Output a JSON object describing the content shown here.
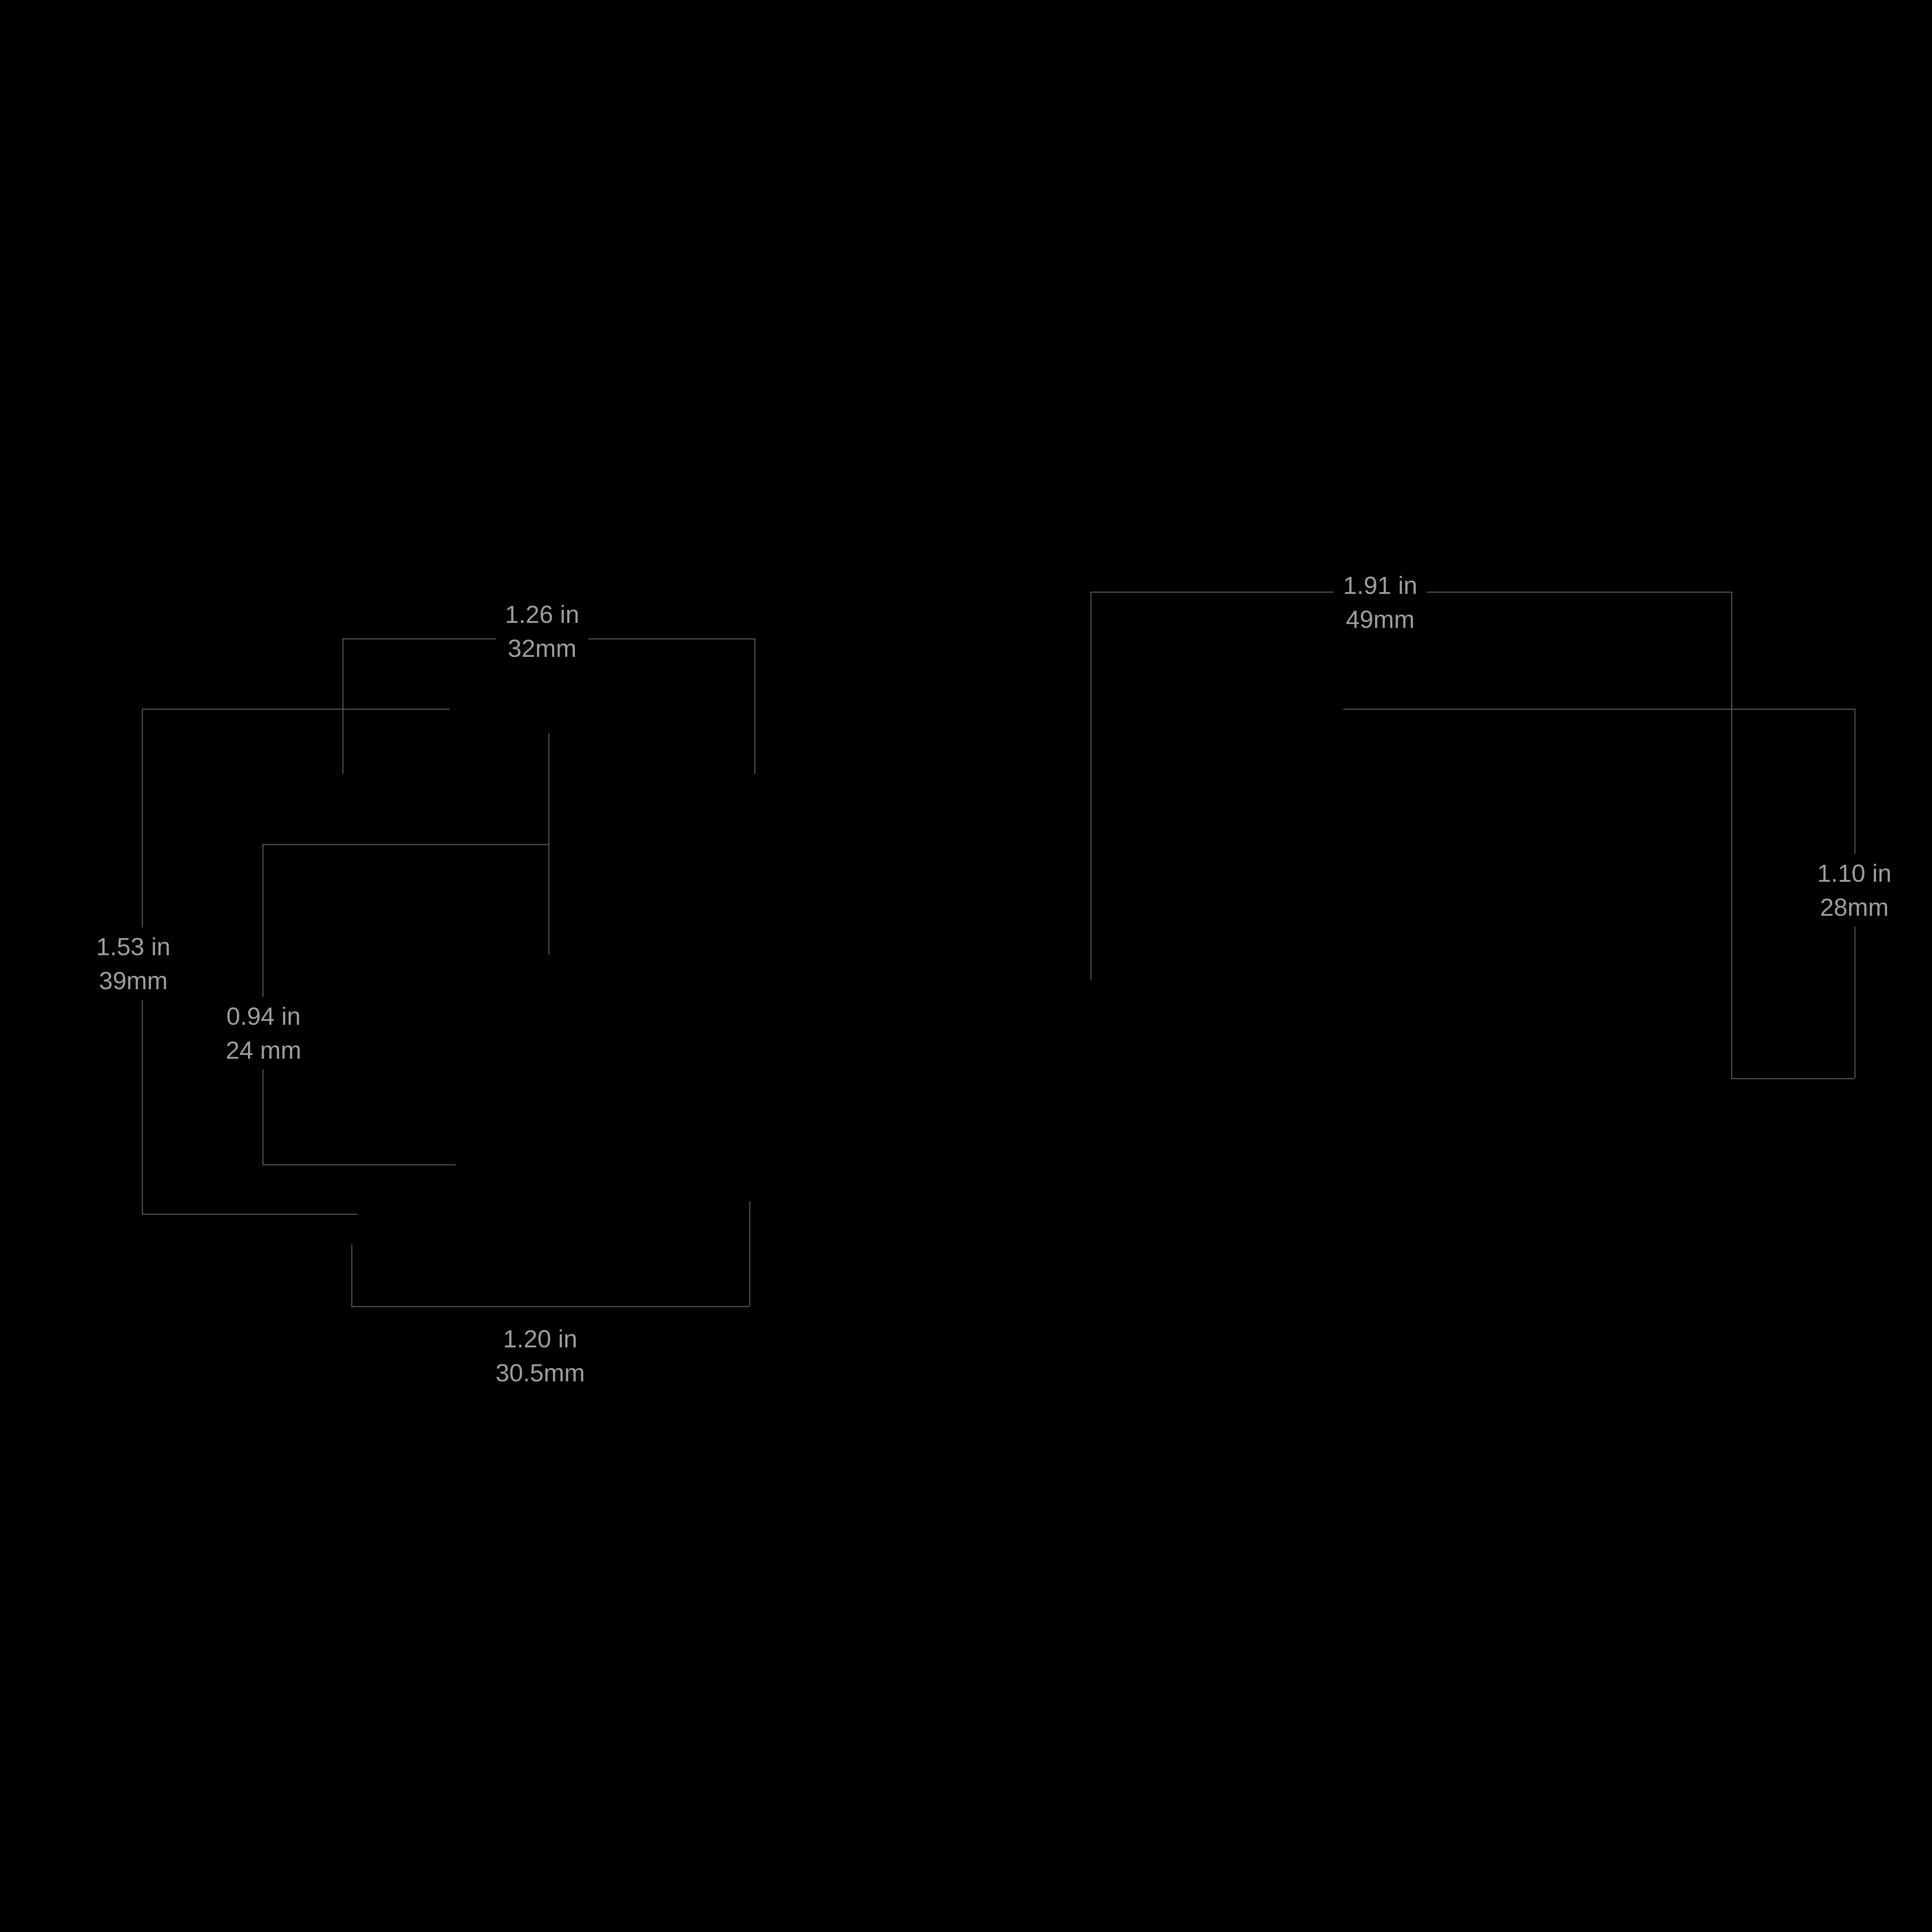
{
  "diagram": {
    "background": "#000000",
    "line_color": "#4f4f4f",
    "text_color": "#9e9e9e",
    "views": {
      "front": "front-view-dimensions",
      "side": "side-view-dimensions"
    },
    "labels": {
      "front_width_top": {
        "in": "1.26 in",
        "mm": "32mm"
      },
      "front_height_left": {
        "in": "1.53 in",
        "mm": "39mm"
      },
      "front_knob": {
        "in": "0.94 in",
        "mm": "24 mm"
      },
      "front_width_bottom": {
        "in": "1.20 in",
        "mm": "30.5mm"
      },
      "side_width_top": {
        "in": "1.91 in",
        "mm": "49mm"
      },
      "side_height_right": {
        "in": "1.10 in",
        "mm": "28mm"
      }
    }
  }
}
